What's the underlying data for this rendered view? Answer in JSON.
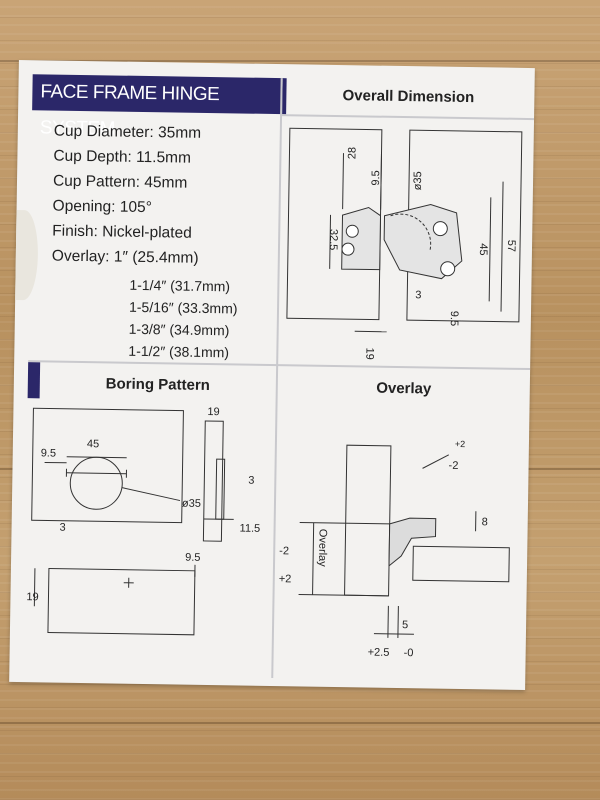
{
  "header": {
    "title": "FACE FRAME HINGE SYSTEM"
  },
  "specs": {
    "cup_diameter": "Cup Diameter: 35mm",
    "cup_depth": "Cup Depth: 11.5mm",
    "cup_pattern": "Cup Pattern: 45mm",
    "opening": "Opening: 105°",
    "finish": "Finish: Nickel-plated",
    "overlay": "Overlay: 1″ (25.4mm)",
    "overlay_options": [
      "1-1/4″ (31.7mm)",
      "1-5/16″ (33.3mm)",
      "1-3/8″ (34.9mm)",
      "1-1/2″ (38.1mm)"
    ]
  },
  "sections": {
    "overall_dimension": "Overall Dimension",
    "boring_pattern": "Boring Pattern",
    "overlay": "Overlay"
  },
  "overall_dims": {
    "d28": "28",
    "d9_5a": "9.5",
    "d35": "ø35",
    "d32_5": "32.5",
    "d45": "45",
    "d57": "57",
    "d3": "3",
    "d9_5b": "9.5",
    "d19": "19"
  },
  "boring_dims": {
    "d45": "45",
    "d9_5": "9.5",
    "d35": "ø35",
    "d3": "3",
    "d19a": "19",
    "d3b": "3",
    "d11_5": "11.5",
    "d9_5b": "9.5",
    "d19b": "19"
  },
  "overlay_dims": {
    "plus2": "+2",
    "minus2a": "-2",
    "d8": "8",
    "minus2b": "-2",
    "plus2b": "+2",
    "overlay": "Overlay",
    "d5": "5",
    "plus2_5": "+2.5",
    "minus0": "-0"
  },
  "colors": {
    "header_bg": "#2b2769",
    "card": "#f3f2f0",
    "wood": "#bf9a6c"
  }
}
